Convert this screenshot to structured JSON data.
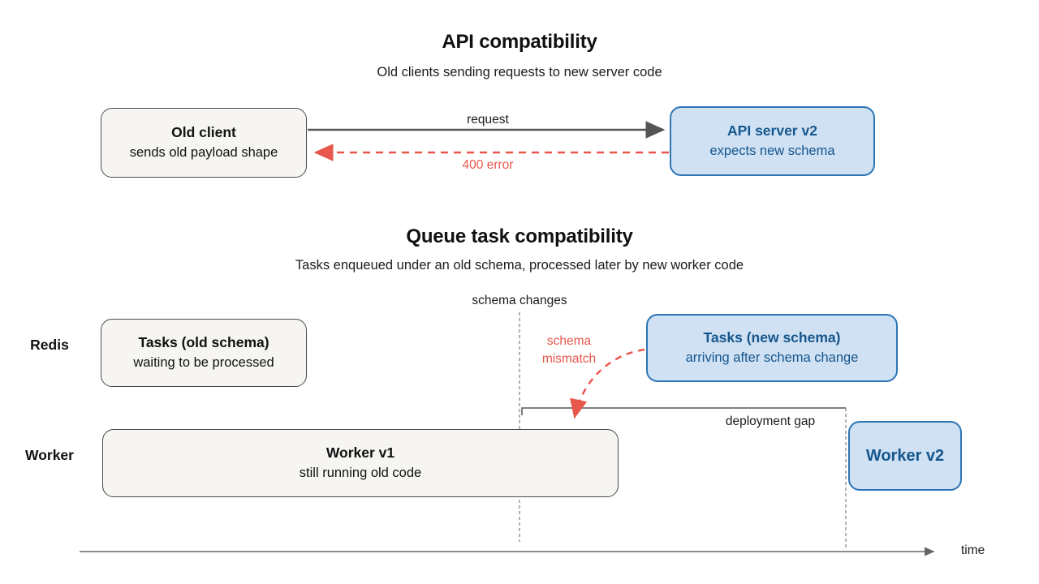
{
  "colors": {
    "background": "#ffffff",
    "text": "#111111",
    "gray_box_fill": "#f6f5f2",
    "gray_box_border": "#4a4a4a",
    "blue_box_fill": "#cfe1f3",
    "blue_box_border": "#2e74b5",
    "blue_text": "#15568d",
    "error_red": "#e8564c",
    "arrow_gray": "#555555",
    "dashed_guide_gray": "#808080"
  },
  "api_section": {
    "title": "API compatibility",
    "subtitle": "Old clients sending requests to new server code",
    "old_client": {
      "title": "Old client",
      "subtitle": "sends old payload shape"
    },
    "api_server": {
      "title": "API server v2",
      "subtitle": "expects new schema"
    },
    "request_label": "request",
    "error_label": "400 error"
  },
  "queue_section": {
    "title": "Queue task compatibility",
    "subtitle": "Tasks enqueued under an old schema, processed later by new worker code",
    "schema_changes_label": "schema changes",
    "schema_mismatch_label": "schema\nmismatch",
    "deployment_gap_label": "deployment gap",
    "time_label": "time",
    "lanes": [
      {
        "label": "Redis"
      },
      {
        "label": "Worker"
      }
    ],
    "tasks_old": {
      "title": "Tasks (old schema)",
      "subtitle": "waiting to be processed"
    },
    "tasks_new": {
      "title": "Tasks (new schema)",
      "subtitle": "arriving after schema change"
    },
    "worker_v1": {
      "title": "Worker v1",
      "subtitle": "still running old code"
    },
    "worker_v2": {
      "title": "Worker v2"
    }
  }
}
